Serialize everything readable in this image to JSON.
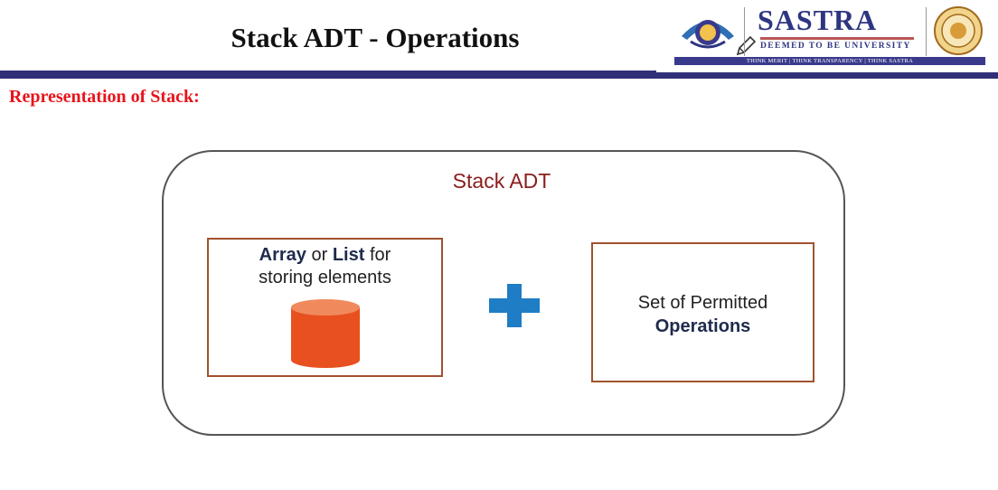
{
  "slide": {
    "title_main": "Stack ADT",
    "title_sep": " - ",
    "title_sub": "Operations"
  },
  "logo": {
    "name": "SASTRA",
    "tagline": "DEEMED TO BE UNIVERSITY",
    "strip": "THINK MERIT | THINK TRANSPARENCY | THINK SASTRA",
    "colors": {
      "brand": "#2e3580",
      "strip": "#3a3a8c"
    }
  },
  "section": {
    "heading": "Representation of Stack:"
  },
  "diagram": {
    "title": "Stack ADT",
    "left": {
      "word1": "Array",
      "word2": " or ",
      "word3": "List",
      "word4": " for",
      "line2": "storing elements"
    },
    "right": {
      "line1": "Set of Permitted",
      "line2": "Operations"
    },
    "colors": {
      "accent_red": "#e8141b",
      "box_border": "#a0522d",
      "cylinder": "#e8501f",
      "plus": "#1f7dc6"
    }
  }
}
